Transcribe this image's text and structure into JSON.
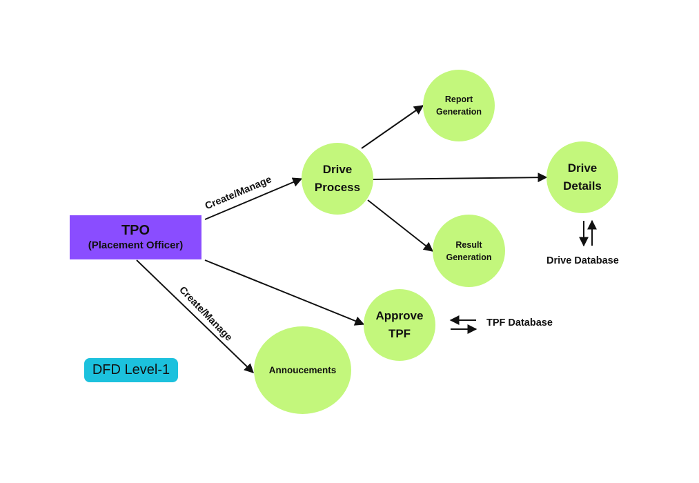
{
  "diagram": {
    "colors": {
      "entity": "#8a4dff",
      "process": "#c3f77c",
      "badge": "#1cc1dd",
      "edge": "#111111"
    },
    "entity": {
      "title": "TPO",
      "subtitle": "(Placement Officer)"
    },
    "processes": {
      "drive_process": [
        "Drive",
        "Process"
      ],
      "report_generation": [
        "Report",
        "Generation"
      ],
      "drive_details": [
        "Drive",
        "Details"
      ],
      "result_generation": [
        "Result",
        "Generation"
      ],
      "approve_tpf": [
        "Approve",
        "TPF"
      ],
      "annoucements": [
        "Annoucements"
      ]
    },
    "data_stores": {
      "drive_database": "Drive Database",
      "tpf_database": "TPF Database"
    },
    "edge_labels": {
      "to_drive_process": "Create/Manage",
      "to_annoucements": "Create/Manage"
    },
    "badge": "DFD Level-1"
  }
}
